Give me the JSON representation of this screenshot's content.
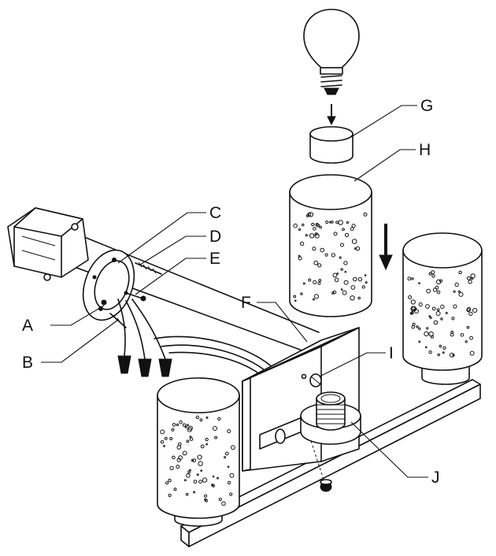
{
  "labels": {
    "a": "A",
    "b": "B",
    "c": "C",
    "d": "D",
    "e": "E",
    "f": "F",
    "g": "G",
    "h": "H",
    "i": "I",
    "j": "J"
  }
}
